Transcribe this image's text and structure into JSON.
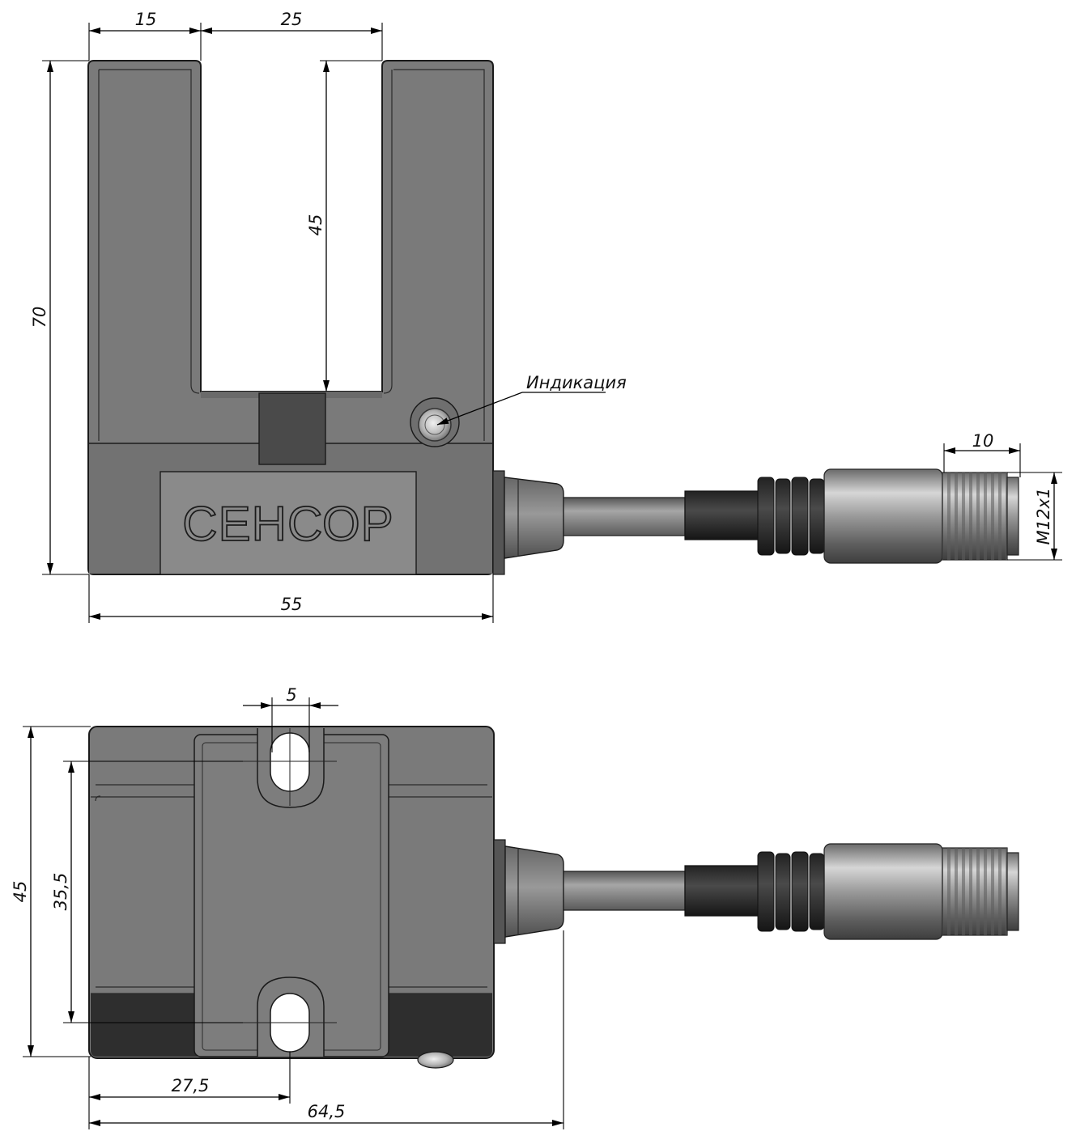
{
  "front_view": {
    "dims": {
      "left_arm_width": "15",
      "slot_width": "25",
      "slot_depth": "45",
      "total_height": "70",
      "total_width": "55",
      "thread_length": "10",
      "thread_size": "M12x1"
    },
    "label_indicator": "Индикация",
    "logo_text": "СЕНСОР"
  },
  "top_view": {
    "dims": {
      "slot_width": "5",
      "hole_spacing": "35,5",
      "total_depth": "45",
      "hole_offset": "27,5",
      "total_length": "64,5"
    }
  },
  "colors": {
    "body": "#7d7d7d",
    "body_dark": "#5e5e5e",
    "cable": "#8a8a8a",
    "metal": "#a8a8a8"
  }
}
